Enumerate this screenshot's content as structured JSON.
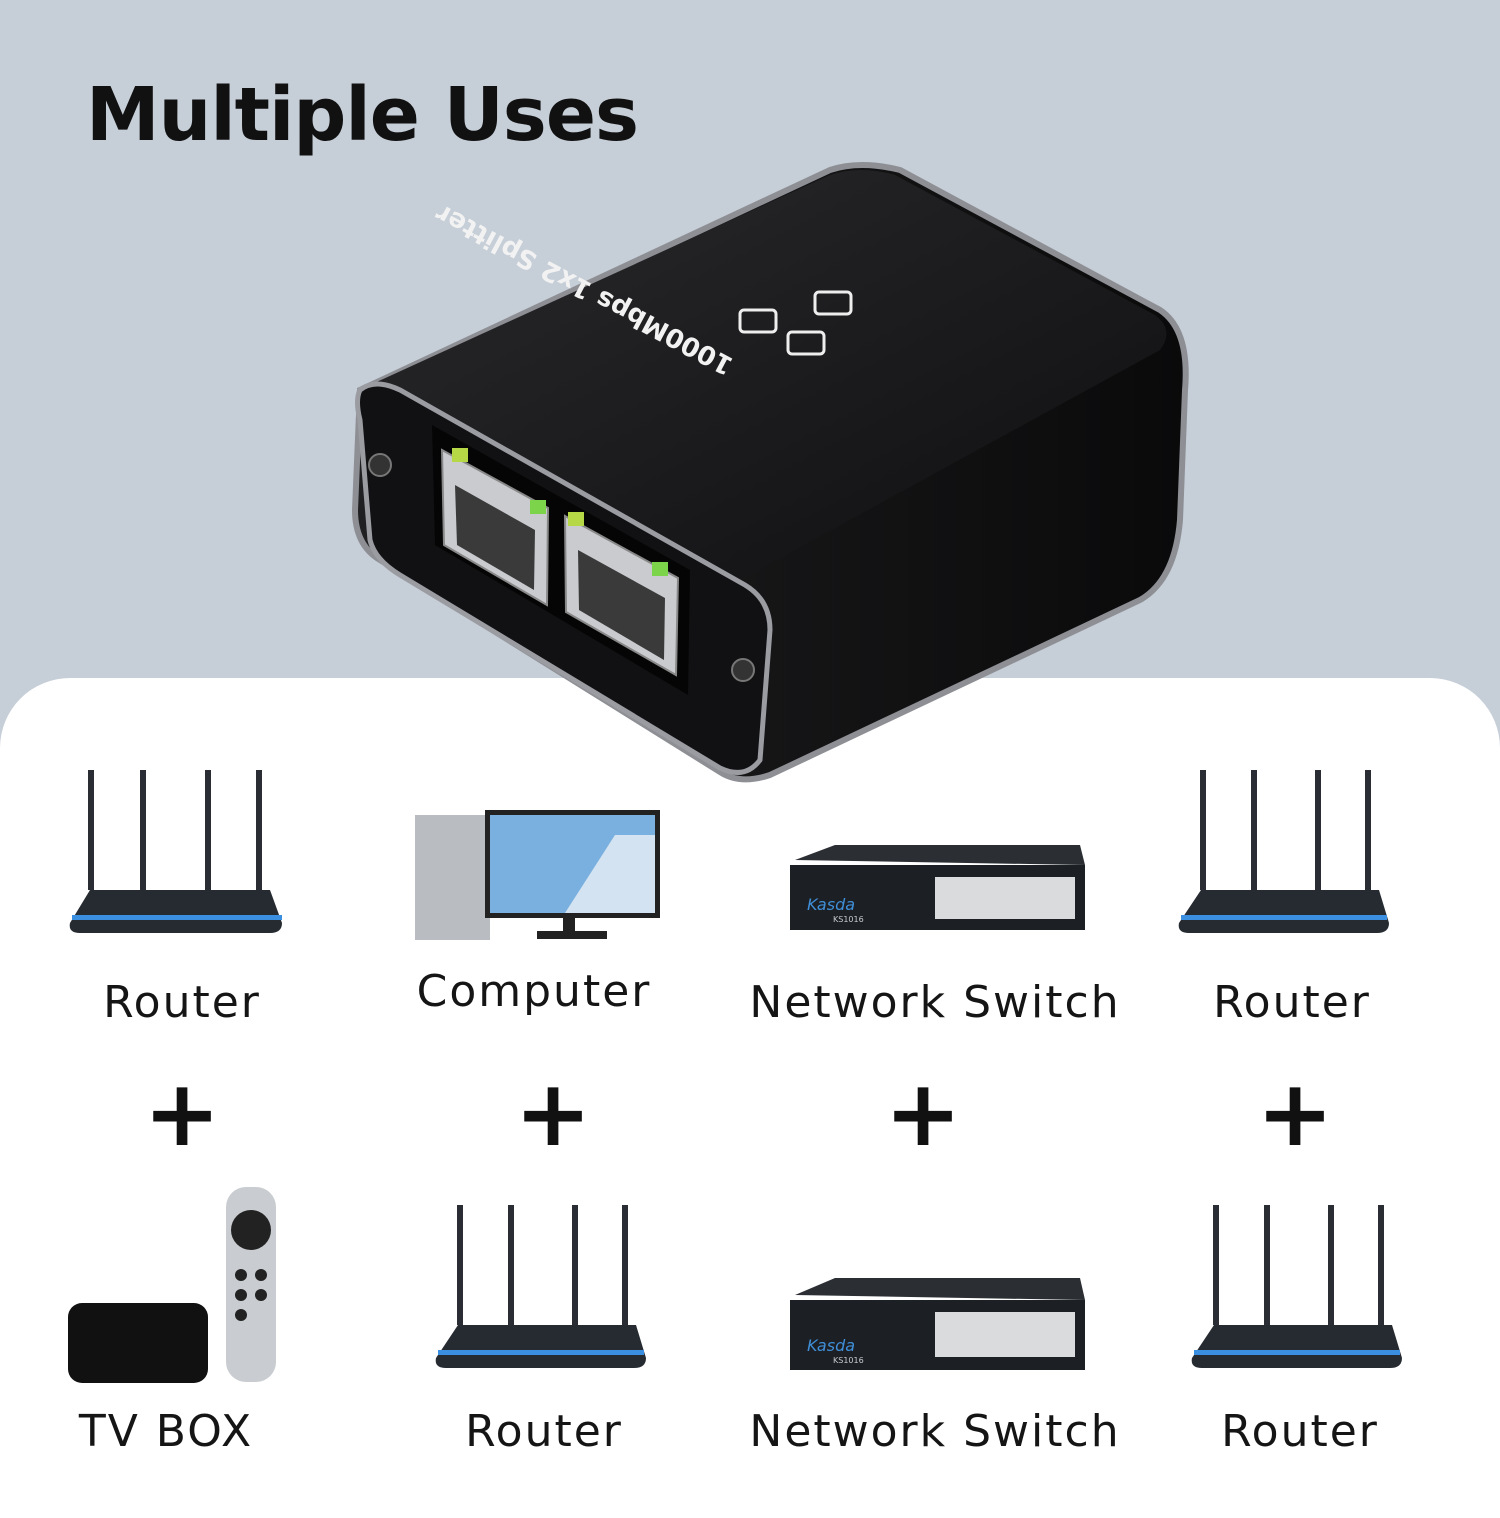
{
  "title": "Multiple Uses",
  "product": {
    "print_line1": "1000Mbps 1x2 Splitter",
    "brand_switch": "Kasda",
    "switch_model": "KS1016"
  },
  "combos": [
    {
      "top": "Router",
      "bottom": "TV BOX",
      "plus": "+"
    },
    {
      "top": "Computer",
      "bottom": "Router",
      "plus": "+"
    },
    {
      "top": "Network Switch",
      "bottom": "Network Switch",
      "plus": "+"
    },
    {
      "top": "Router",
      "bottom": "Router",
      "plus": "+"
    }
  ],
  "colors": {
    "background": "#c6ced8",
    "panel": "#ffffff",
    "device": "#1b1b1d",
    "accent_led": "#7bd44a",
    "router_glow": "#3a8fe0"
  }
}
